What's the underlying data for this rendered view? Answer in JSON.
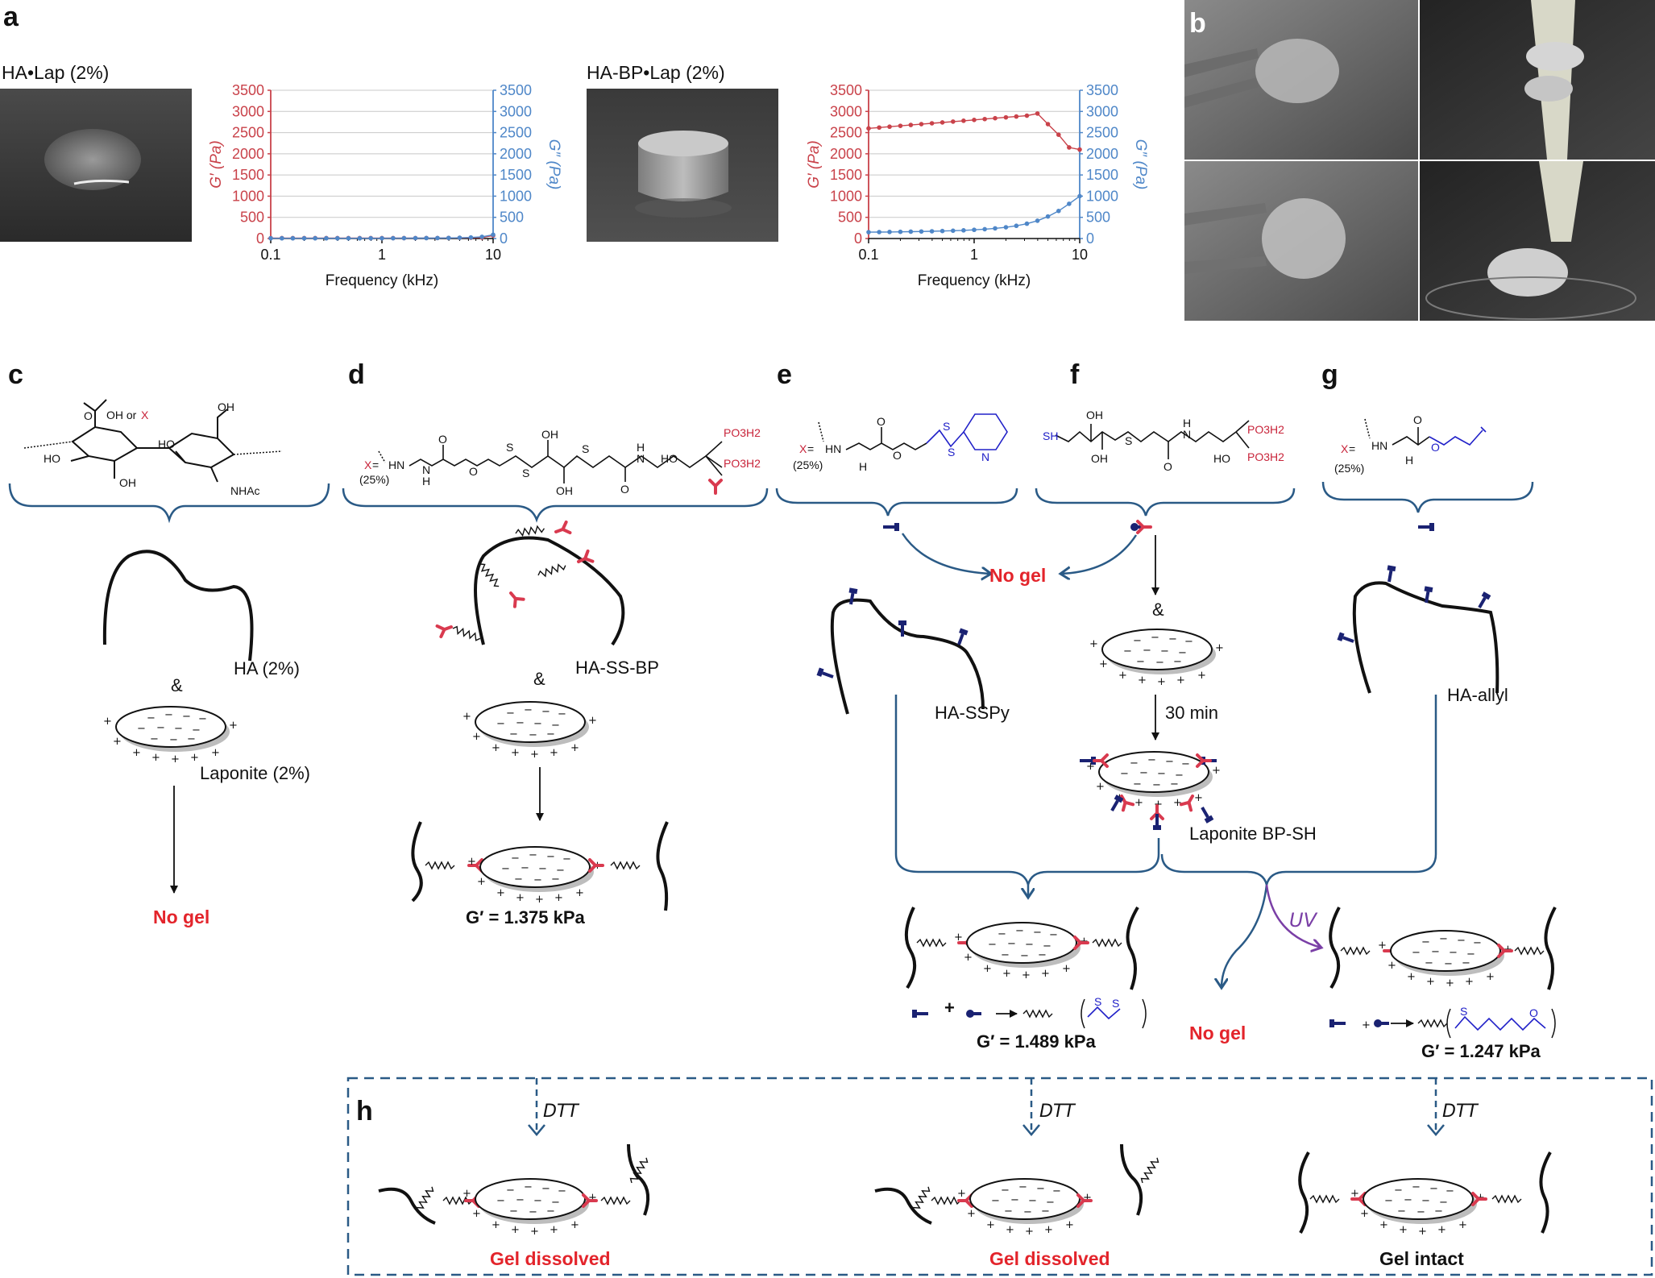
{
  "panels": {
    "a": "a",
    "b": "b",
    "c": "c",
    "d": "d",
    "e": "e",
    "f": "f",
    "g": "g",
    "h": "h"
  },
  "photo_titles": {
    "ha_lap": "HA•Lap (2%)",
    "ha_bp_lap": "HA-BP•Lap (2%)"
  },
  "chart_data": [
    {
      "type": "line",
      "title": "",
      "xlabel": "Frequency (kHz)",
      "ylabel": "G′ (Pa)",
      "y2label": "G″ (Pa)",
      "x_scale": "log",
      "xlim": [
        0.1,
        10
      ],
      "ylim": [
        0,
        3500
      ],
      "y2lim": [
        0,
        3500
      ],
      "x_ticks": [
        "0.1",
        "1",
        "10"
      ],
      "y_ticks": [
        "0",
        "500",
        "1000",
        "1500",
        "2000",
        "2500",
        "3000",
        "3500"
      ],
      "grid": true,
      "series": [
        {
          "color": "#c9424a",
          "axis": "left",
          "x": [
            0.1,
            0.126,
            0.158,
            0.2,
            0.251,
            0.316,
            0.398,
            0.5,
            0.631,
            0.794,
            1,
            1.26,
            1.58,
            2,
            2.51,
            3.16,
            3.98,
            5,
            6.31,
            7.94,
            10
          ],
          "values": [
            10,
            10,
            10,
            10,
            10,
            10,
            10,
            10,
            10,
            10,
            10,
            10,
            10,
            10,
            12,
            12,
            14,
            16,
            18,
            22,
            70
          ]
        },
        {
          "color": "#4f87c8",
          "axis": "right",
          "x": [
            0.1,
            0.126,
            0.158,
            0.2,
            0.251,
            0.316,
            0.398,
            0.5,
            0.631,
            0.794,
            1,
            1.26,
            1.58,
            2,
            2.51,
            3.16,
            3.98,
            5,
            6.31,
            7.94,
            10
          ],
          "values": [
            5,
            5,
            5,
            5,
            5,
            5,
            5,
            5,
            5,
            6,
            6,
            7,
            8,
            9,
            10,
            12,
            14,
            18,
            25,
            40,
            90
          ]
        }
      ]
    },
    {
      "type": "line",
      "title": "",
      "xlabel": "Frequency (kHz)",
      "ylabel": "G′ (Pa)",
      "y2label": "G″ (Pa)",
      "x_scale": "log",
      "xlim": [
        0.1,
        10
      ],
      "ylim": [
        0,
        3500
      ],
      "y2lim": [
        0,
        3500
      ],
      "x_ticks": [
        "0.1",
        "1",
        "10"
      ],
      "y_ticks": [
        "0",
        "500",
        "1000",
        "1500",
        "2000",
        "2500",
        "3000",
        "3500"
      ],
      "grid": true,
      "series": [
        {
          "color": "#c9424a",
          "axis": "left",
          "x": [
            0.1,
            0.126,
            0.158,
            0.2,
            0.251,
            0.316,
            0.398,
            0.5,
            0.631,
            0.794,
            1,
            1.26,
            1.58,
            2,
            2.51,
            3.16,
            3.98,
            5,
            6.31,
            7.94,
            10
          ],
          "values": [
            2600,
            2620,
            2640,
            2660,
            2680,
            2700,
            2720,
            2740,
            2760,
            2780,
            2800,
            2820,
            2840,
            2860,
            2880,
            2900,
            2950,
            2700,
            2450,
            2150,
            2100
          ]
        },
        {
          "color": "#4f87c8",
          "axis": "right",
          "x": [
            0.1,
            0.126,
            0.158,
            0.2,
            0.251,
            0.316,
            0.398,
            0.5,
            0.631,
            0.794,
            1,
            1.26,
            1.58,
            2,
            2.51,
            3.16,
            3.98,
            5,
            6.31,
            7.94,
            10
          ],
          "values": [
            150,
            152,
            155,
            158,
            162,
            166,
            171,
            177,
            184,
            193,
            205,
            220,
            240,
            265,
            300,
            350,
            420,
            520,
            650,
            820,
            1000
          ]
        }
      ]
    }
  ],
  "diagram": {
    "c": {
      "oh_or": "OH or ",
      "x": "X",
      "ho1": "HO",
      "ho2": "HO",
      "oh1": "OH",
      "oh2": "OH",
      "nhac": "NHAc",
      "o": "O",
      "ha": "HA (2%)",
      "amp": "&",
      "laponite": "Laponite (2%)",
      "no_gel": "No gel"
    },
    "d": {
      "x_eq": "X",
      "eq": " = ",
      "pct": "(25%)",
      "hn": "HN",
      "h": "H",
      "n": "N",
      "o": "O",
      "s": "S",
      "oh": "OH",
      "po3h2": "PO3H2",
      "ho": "HO",
      "ha_ss_bp": "HA-SS-BP",
      "amp": "&",
      "gprime": "G′ = 1.375 kPa"
    },
    "e": {
      "x_eq": "X",
      "eq": " = ",
      "pct": "(25%)",
      "hn": "HN",
      "h": "H",
      "s": "S",
      "n": "N",
      "o": "O",
      "no_gel": "No gel",
      "ha_sspy": "HA-SSPy"
    },
    "f": {
      "sh": "SH",
      "oh": "OH",
      "s": "S",
      "n": "N",
      "h": "H",
      "o": "O",
      "po3h2": "PO3H2",
      "ho": "HO",
      "amp": "&",
      "thirty_min": "30 min",
      "laponite_bp_sh": "Laponite BP-SH"
    },
    "g": {
      "x_eq": "X",
      "eq": " = ",
      "pct": "(25%)",
      "hn": "HN",
      "h": "H",
      "o": "O",
      "ha_allyl": "HA-allyl"
    },
    "results": {
      "gprime_e": "G′ = 1.489 kPa",
      "gprime_g": "G′ = 1.247 kPa",
      "no_gel_mid": "No gel",
      "uv": "UV",
      "s": "S",
      "o": "O",
      "plus": "+"
    },
    "h": {
      "dtt": "DTT",
      "gel_dissolved_1": "Gel dissolved",
      "gel_dissolved_2": "Gel dissolved",
      "gel_intact": "Gel intact"
    }
  },
  "colors": {
    "red_text": "#e3242b",
    "bracket_blue": "#2a5a86",
    "navy": "#1a2272",
    "bp_red": "#d93a4f",
    "uv_purple": "#7a3fa6",
    "gprime_axis": "#c9424a",
    "gdouble_axis": "#4f87c8"
  },
  "icons": {
    "bp": "bisphosphonate-y-icon",
    "thiol": "thiol-anchor-icon"
  }
}
